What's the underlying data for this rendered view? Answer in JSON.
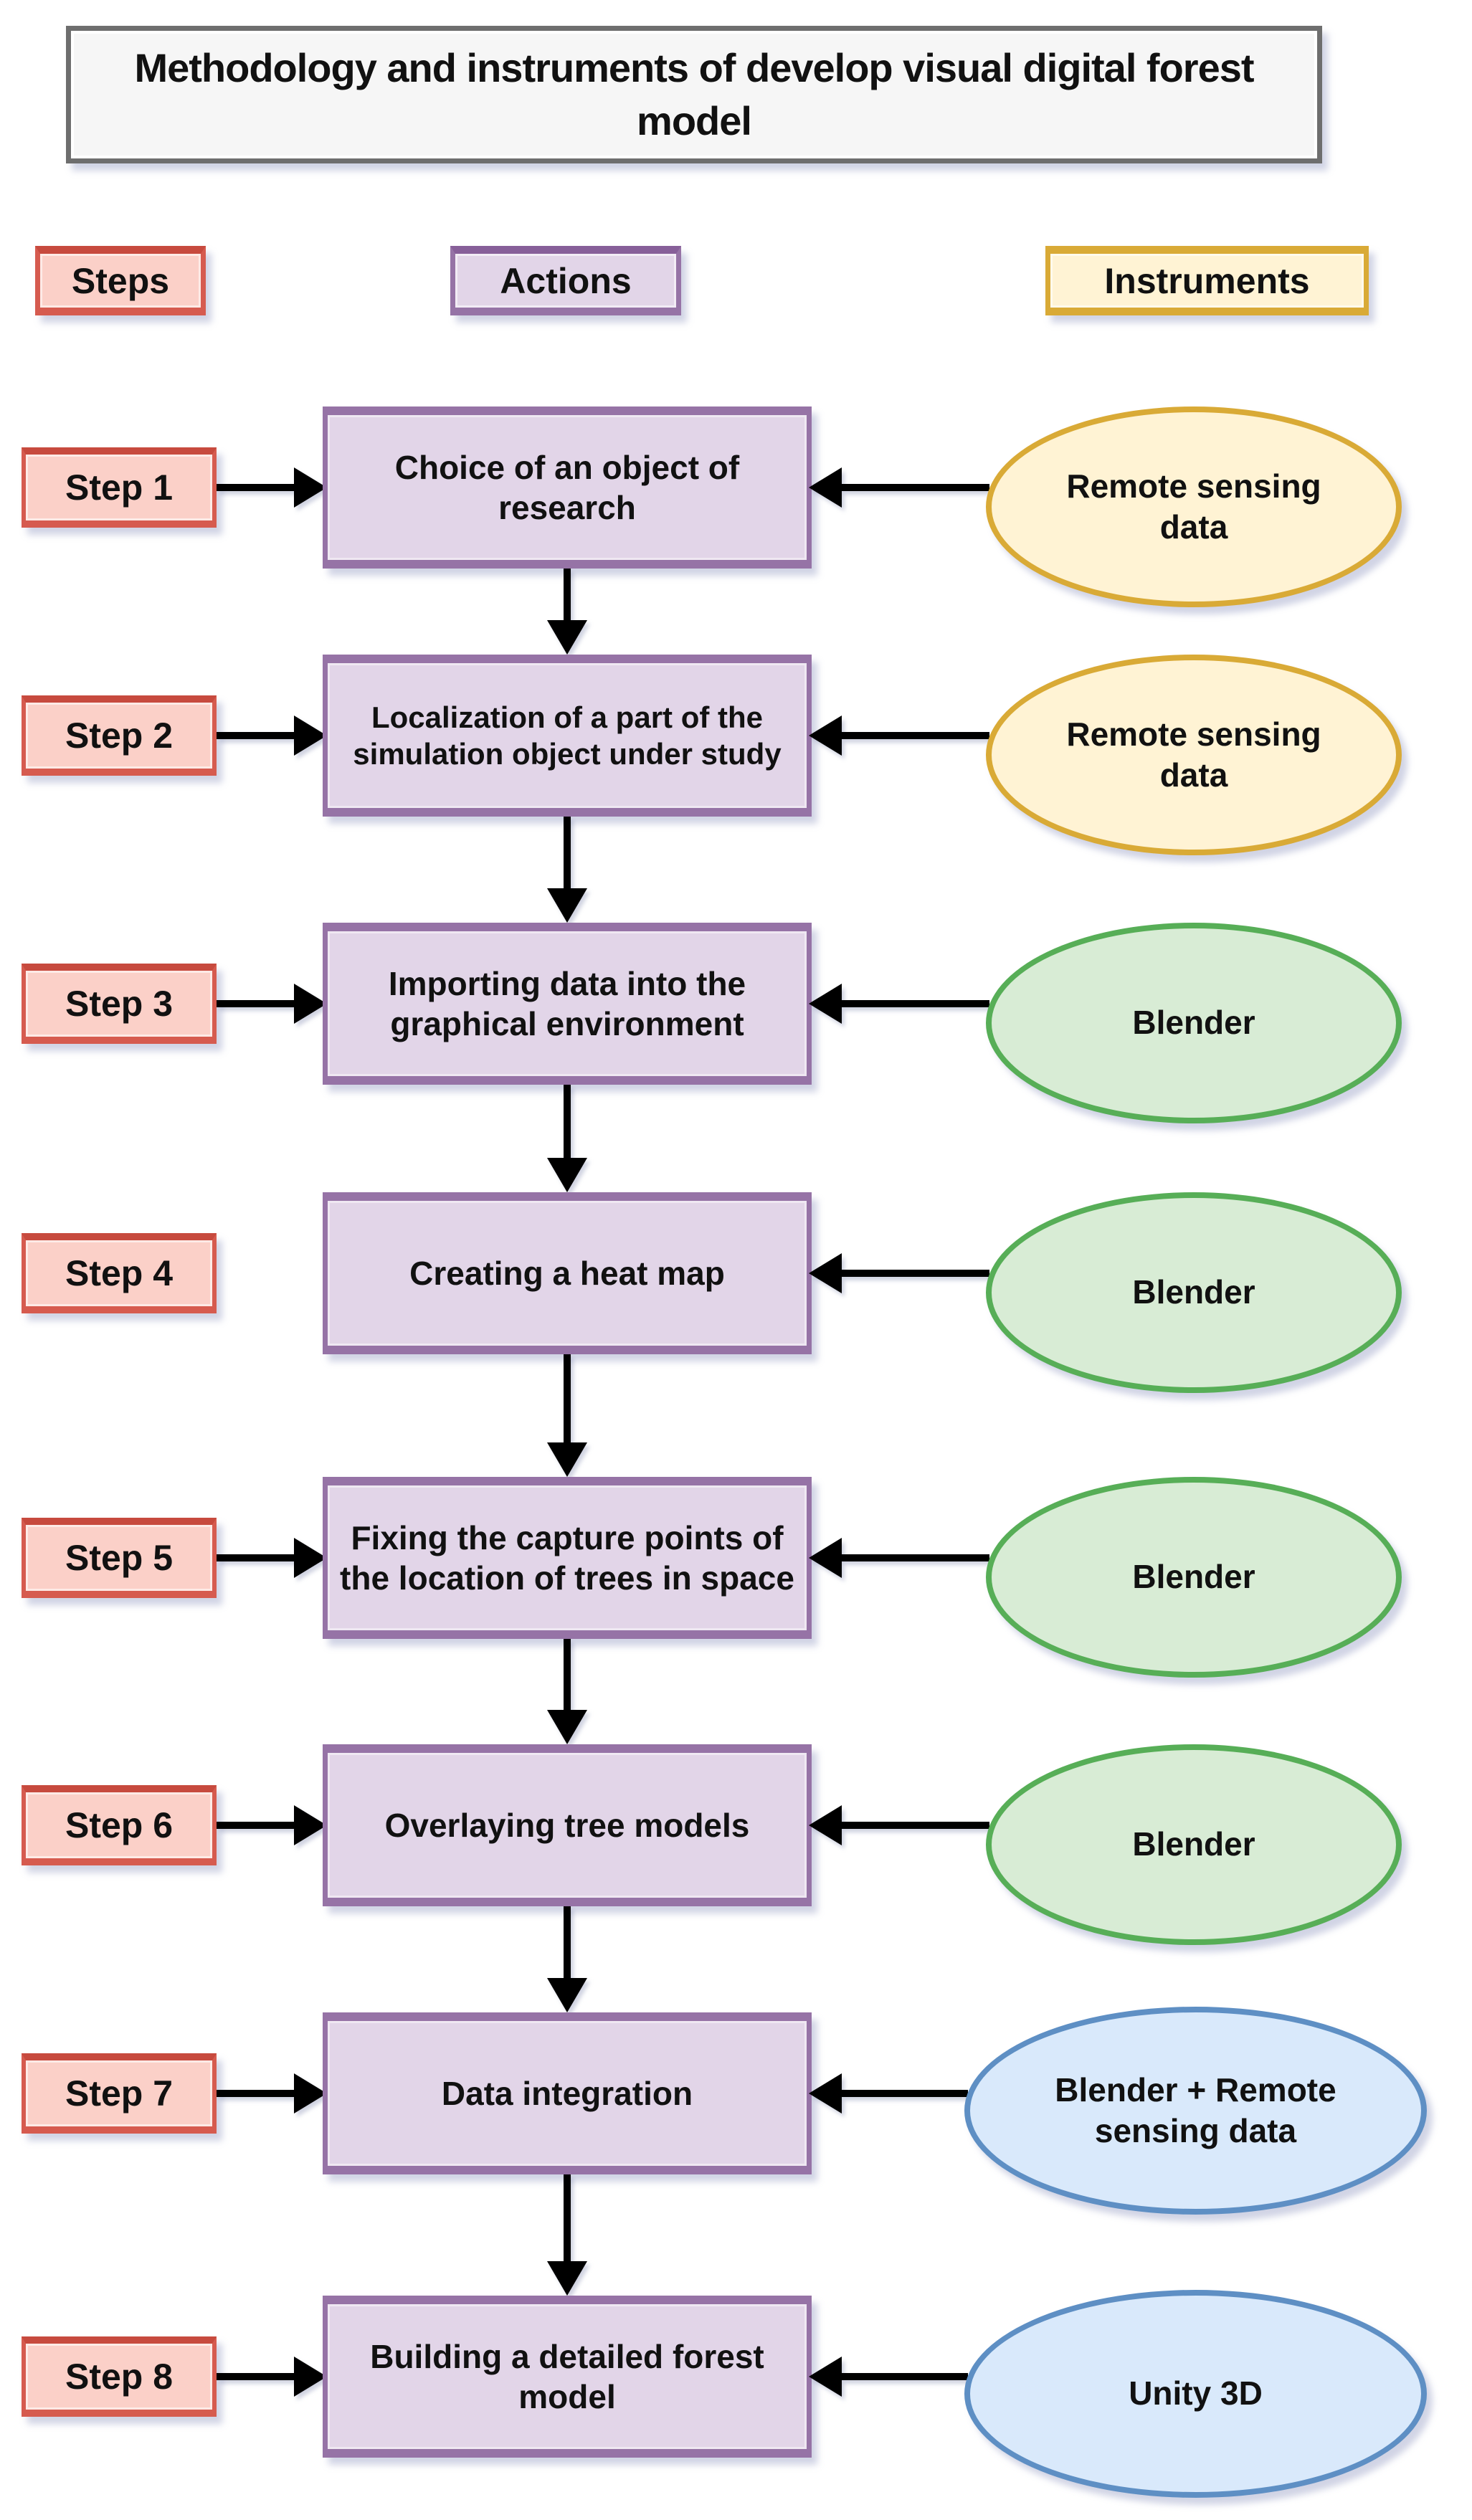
{
  "title": "Methodology and instruments of develop visual digital forest model",
  "columns": {
    "steps": "Steps",
    "actions": "Actions",
    "instruments": "Instruments"
  },
  "rows": [
    {
      "step": "Step 1",
      "action": "Choice of an object of research",
      "instrument": "Remote sensing data",
      "instrument_color": "yellow",
      "has_step_arrow": true
    },
    {
      "step": "Step 2",
      "action": "Localization of a part of the simulation object under study",
      "instrument": "Remote sensing data",
      "instrument_color": "yellow",
      "has_step_arrow": true
    },
    {
      "step": "Step 3",
      "action": "Importing data into the graphical environment",
      "instrument": "Blender",
      "instrument_color": "green",
      "has_step_arrow": true
    },
    {
      "step": "Step 4",
      "action": "Creating a heat map",
      "instrument": "Blender",
      "instrument_color": "green",
      "has_step_arrow": false
    },
    {
      "step": "Step 5",
      "action": "Fixing the capture points of the location of trees in space",
      "instrument": "Blender",
      "instrument_color": "green",
      "has_step_arrow": true
    },
    {
      "step": "Step 6",
      "action": "Overlaying tree models",
      "instrument": "Blender",
      "instrument_color": "green",
      "has_step_arrow": true
    },
    {
      "step": "Step 7",
      "action": "Data integration",
      "instrument": "Blender + Remote sensing data",
      "instrument_color": "blue",
      "has_step_arrow": true
    },
    {
      "step": "Step 8",
      "action": "Building a detailed forest model",
      "instrument": "Unity 3D",
      "instrument_color": "blue",
      "has_step_arrow": true
    }
  ],
  "palette": {
    "step_fill": "#FBD0C8",
    "step_border": "#D65B4F",
    "action_fill": "#E2D5E8",
    "action_border": "#9673A6",
    "instrument_yellow_fill": "#FFF3D4",
    "instrument_yellow_border": "#D9AA36",
    "instrument_green_fill": "#D8ECD5",
    "instrument_green_border": "#57AE57",
    "instrument_blue_fill": "#D9E9FB",
    "instrument_blue_border": "#5E8FC4",
    "title_fill": "#F6F6F6",
    "title_border": "#6E6E6E",
    "arrow": "#000000"
  }
}
